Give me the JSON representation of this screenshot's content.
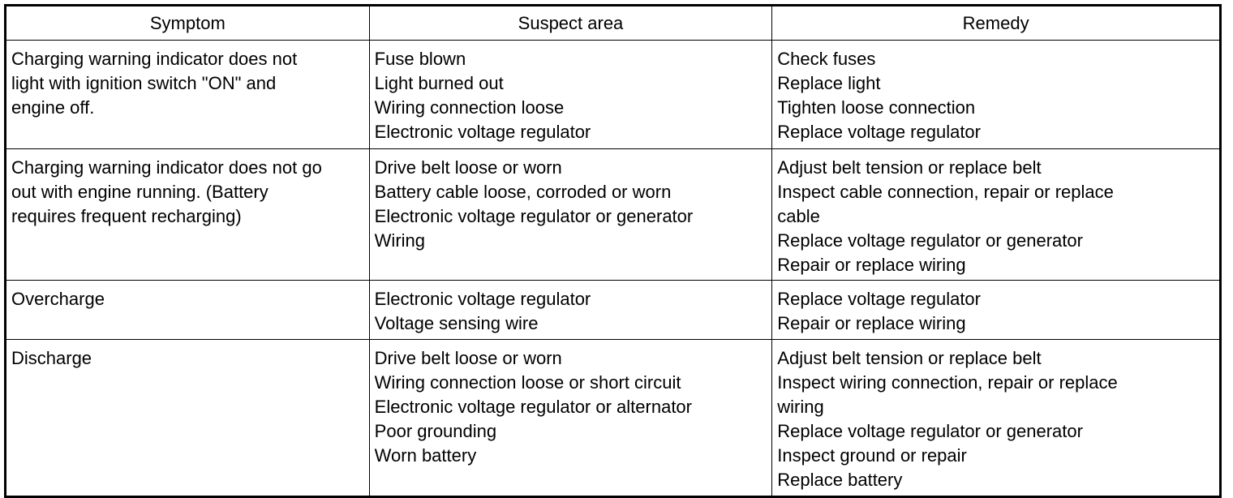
{
  "table": {
    "headers": {
      "symptom": "Symptom",
      "suspect_area": "Suspect area",
      "remedy": "Remedy"
    },
    "rows": [
      {
        "symptom": [
          "Charging warning indicator does not",
          "light with ignition switch \"ON\" and",
          "engine off."
        ],
        "suspect_area": [
          "Fuse blown",
          "Light burned out",
          "Wiring connection loose",
          "Electronic voltage regulator"
        ],
        "remedy": [
          "Check fuses",
          "Replace light",
          "Tighten loose connection",
          "Replace voltage regulator"
        ]
      },
      {
        "symptom": [
          "Charging warning indicator does not go",
          "out with engine running. (Battery",
          "requires frequent recharging)"
        ],
        "suspect_area": [
          "Drive belt loose or worn",
          "Battery cable loose, corroded or worn",
          "Electronic voltage regulator or generator",
          "Wiring"
        ],
        "remedy": [
          "Adjust belt tension or replace belt",
          "Inspect cable connection, repair or replace",
          "cable",
          "Replace voltage regulator or generator",
          "Repair or replace wiring"
        ]
      },
      {
        "symptom": [
          "Overcharge"
        ],
        "suspect_area": [
          "Electronic voltage regulator",
          "Voltage sensing wire"
        ],
        "remedy": [
          "Replace voltage regulator",
          "Repair or replace wiring"
        ]
      },
      {
        "symptom": [
          "Discharge"
        ],
        "suspect_area": [
          "Drive belt loose or worn",
          "Wiring connection loose or short circuit",
          "Electronic voltage regulator or alternator",
          "Poor grounding",
          "Worn battery"
        ],
        "remedy": [
          "Adjust belt tension or replace belt",
          "Inspect wiring connection, repair or replace",
          "wiring",
          "Replace voltage regulator or generator",
          "Inspect ground or repair",
          "Replace battery"
        ]
      }
    ]
  }
}
